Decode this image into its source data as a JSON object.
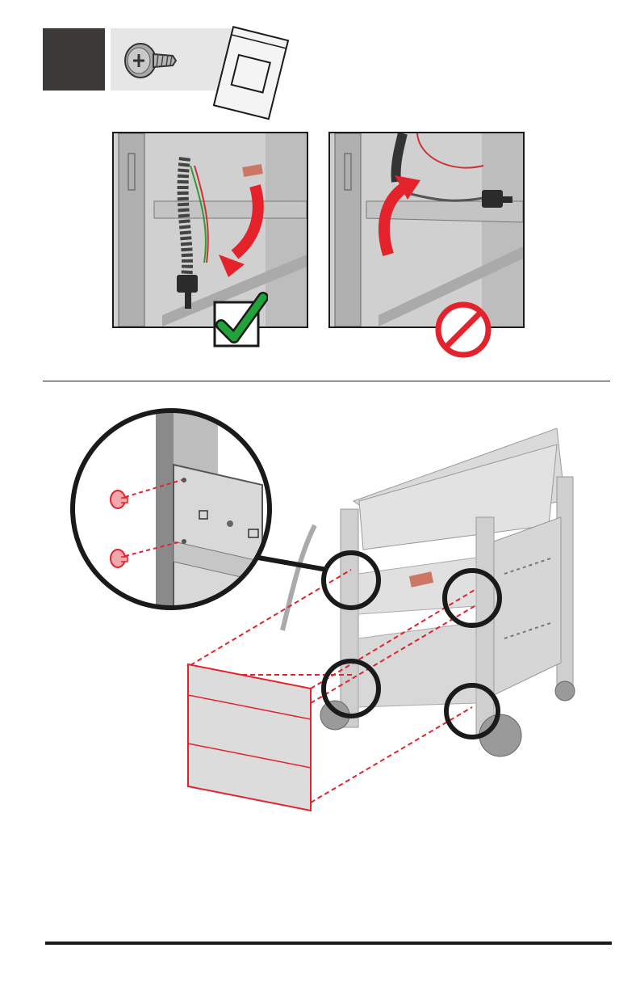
{
  "page": {
    "background": "#ffffff",
    "accent_red": "#e3222c",
    "check_green": "#22a33a",
    "dark": "#3b3a38"
  },
  "hardware": {
    "items": [
      "screw-icon",
      "parts-bag-icon"
    ]
  },
  "photos": {
    "correct": {
      "mark": "check-mark-icon"
    },
    "incorrect": {
      "mark": "no-symbol-icon"
    }
  },
  "assembly": {
    "screw_count": 2,
    "highlighted_mount_points": 4,
    "part": "front-panel"
  }
}
